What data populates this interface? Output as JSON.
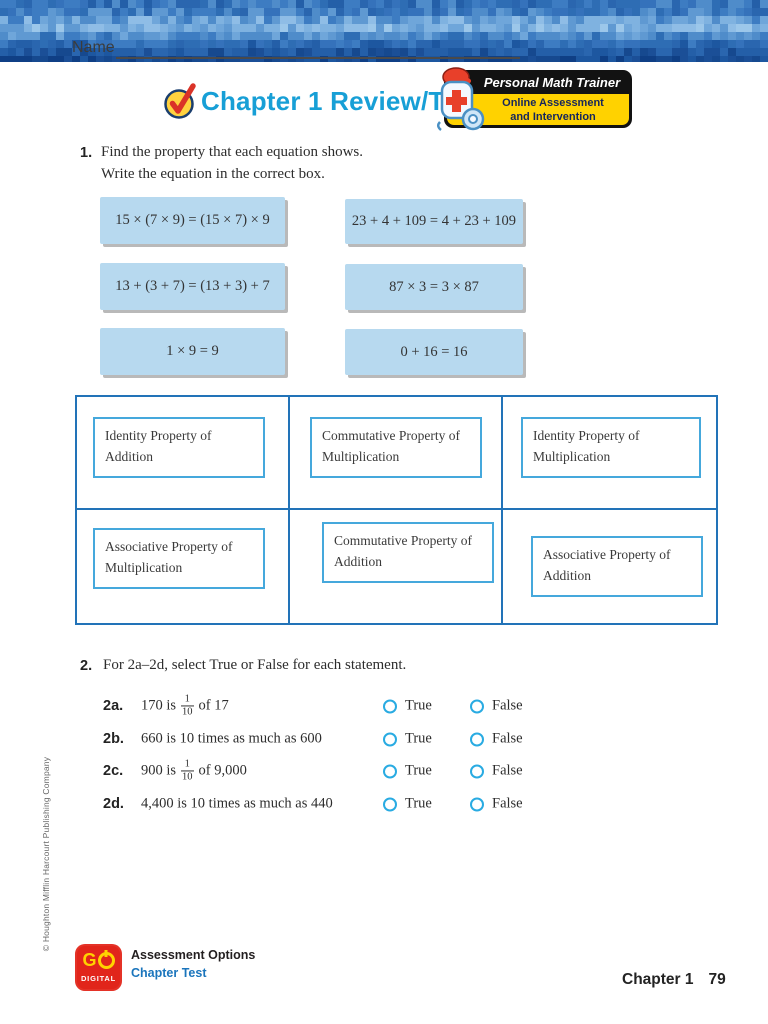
{
  "header": {
    "name_label": "Name",
    "title": "Chapter 1 Review/Test",
    "badge": {
      "title": "Personal Math Trainer",
      "line1": "Online Assessment",
      "line2": "and Intervention"
    }
  },
  "question1": {
    "number": "1.",
    "prompt_line1": "Find the property that each equation shows.",
    "prompt_line2": "Write the equation in the correct box.",
    "equation_tiles": [
      "15 × (7 × 9) = (15 × 7) × 9",
      "23 + 4 + 109 = 4 + 23 + 109",
      "13 + (3 + 7) = (13 + 3) + 7",
      "87 × 3 = 3 × 87",
      "1 × 9 = 9",
      "0 + 16 = 16"
    ],
    "property_boxes": [
      "Identity Property of Addition",
      "Commutative Property of Multiplication",
      "Identity Property of Multiplication",
      "Associative Property of Multiplication",
      "Commutative Property of Addition",
      "Associative Property of Addition"
    ]
  },
  "question2": {
    "number": "2.",
    "prompt": "For 2a–2d, select True or False for each statement.",
    "true_label": "True",
    "false_label": "False",
    "items": [
      {
        "id": "2a.",
        "pre": "170 is",
        "frac_num": "1",
        "frac_den": "10",
        "post": "of 17"
      },
      {
        "id": "2b.",
        "text": "660 is 10 times as much as 600"
      },
      {
        "id": "2c.",
        "pre": "900 is",
        "frac_num": "1",
        "frac_den": "10",
        "post": "of 9,000"
      },
      {
        "id": "2d.",
        "text": "4,400 is 10 times as much as 440"
      }
    ]
  },
  "sidebar": {
    "copyright": "© Houghton Mifflin Harcourt Publishing Company"
  },
  "footer": {
    "logo_go": "G",
    "logo_digital": "DIGITAL",
    "assessment_options": "Assessment Options",
    "chapter_test": "Chapter Test",
    "chapter_label": "Chapter 1",
    "page_number": "79"
  },
  "colors": {
    "title_accent": "#179fd6",
    "tile_blue": "#b7d9ef",
    "table_border": "#2273b8",
    "box_border": "#45a8dc",
    "radio_ring": "#29abe2",
    "badge_yellow": "#ffd200",
    "logo_red": "#e1251b",
    "link_blue": "#1b75bc"
  }
}
